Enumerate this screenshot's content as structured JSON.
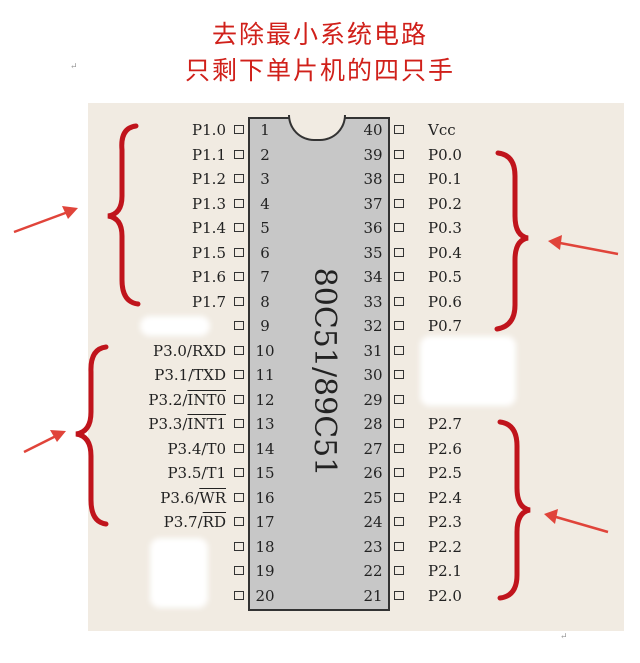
{
  "title": {
    "line1": "去除最小系统电路",
    "line2": "只剩下单片机的四只手"
  },
  "chip": {
    "name": "80C51/89C51"
  },
  "left_pins": [
    {
      "num": "1",
      "label": "P1.0"
    },
    {
      "num": "2",
      "label": "P1.1"
    },
    {
      "num": "3",
      "label": "P1.2"
    },
    {
      "num": "4",
      "label": "P1.3"
    },
    {
      "num": "5",
      "label": "P1.4"
    },
    {
      "num": "6",
      "label": "P1.5"
    },
    {
      "num": "7",
      "label": "P1.6"
    },
    {
      "num": "8",
      "label": "P1.7"
    },
    {
      "num": "9",
      "label": ""
    },
    {
      "num": "10",
      "label": "P3.0/RXD"
    },
    {
      "num": "11",
      "label": "P3.1/TXD"
    },
    {
      "num": "12",
      "label": "P3.2/",
      "over": "INT0"
    },
    {
      "num": "13",
      "label": "P3.3/",
      "over": "INT1"
    },
    {
      "num": "14",
      "label": "P3.4/T0"
    },
    {
      "num": "15",
      "label": "P3.5/T1"
    },
    {
      "num": "16",
      "label": "P3.6/",
      "over": "WR"
    },
    {
      "num": "17",
      "label": "P3.7/",
      "over": "RD"
    },
    {
      "num": "18",
      "label": ""
    },
    {
      "num": "19",
      "label": ""
    },
    {
      "num": "20",
      "label": ""
    }
  ],
  "right_pins": [
    {
      "num": "40",
      "label": "Vcc"
    },
    {
      "num": "39",
      "label": "P0.0"
    },
    {
      "num": "38",
      "label": "P0.1"
    },
    {
      "num": "37",
      "label": "P0.2"
    },
    {
      "num": "36",
      "label": "P0.3"
    },
    {
      "num": "35",
      "label": "P0.4"
    },
    {
      "num": "34",
      "label": "P0.5"
    },
    {
      "num": "33",
      "label": "P0.6"
    },
    {
      "num": "32",
      "label": "P0.7"
    },
    {
      "num": "31",
      "label": ""
    },
    {
      "num": "30",
      "label": ""
    },
    {
      "num": "29",
      "label": ""
    },
    {
      "num": "28",
      "label": "P2.7"
    },
    {
      "num": "27",
      "label": "P2.6"
    },
    {
      "num": "26",
      "label": "P2.5"
    },
    {
      "num": "25",
      "label": "P2.4"
    },
    {
      "num": "24",
      "label": "P2.3"
    },
    {
      "num": "23",
      "label": "P2.2"
    },
    {
      "num": "22",
      "label": "P2.1"
    },
    {
      "num": "21",
      "label": "P2.0"
    }
  ],
  "colors": {
    "title": "#d0201a",
    "brace": "#c0141c",
    "arrow": "#e0443a",
    "panel": "#f1ebe2",
    "chip_body": "#c7c7c7"
  },
  "para_mark": "↵"
}
